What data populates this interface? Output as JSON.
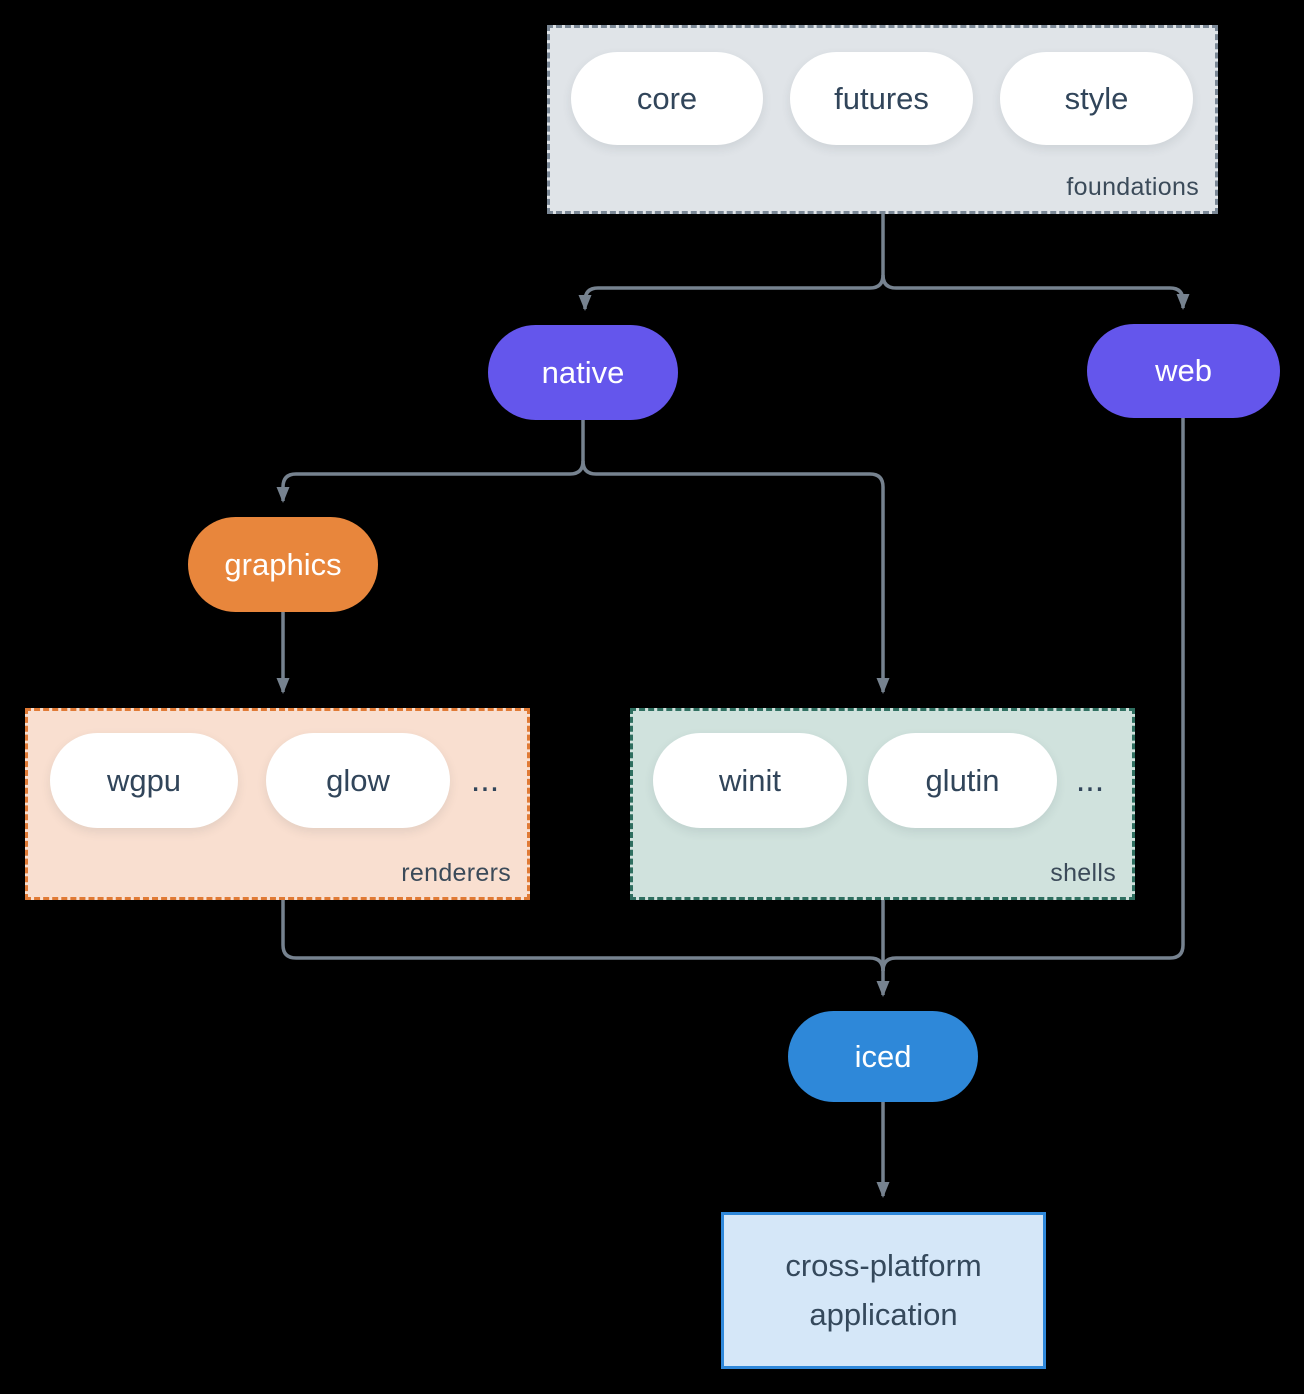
{
  "diagram": {
    "groups": {
      "foundations": {
        "label": "foundations",
        "items": [
          "core",
          "futures",
          "style"
        ]
      },
      "renderers": {
        "label": "renderers",
        "items": [
          "wgpu",
          "glow"
        ],
        "ellipsis": "..."
      },
      "shells": {
        "label": "shells",
        "items": [
          "winit",
          "glutin"
        ],
        "ellipsis": "..."
      }
    },
    "nodes": {
      "native": "native",
      "web": "web",
      "graphics": "graphics",
      "iced": "iced",
      "application": "cross-platform application"
    }
  },
  "colors": {
    "background": "#000000",
    "line": "#76828f",
    "box_foundations_fill": "#e0e4e8",
    "box_foundations_border": "#7b8896",
    "box_renderers_fill": "#f9dfd0",
    "box_renderers_border": "#e07a35",
    "box_shells_fill": "#d0e2dd",
    "box_shells_border": "#2f6f60",
    "pill_fill": "#ffffff",
    "pill_text": "#31455a",
    "node_purple": "#6456ec",
    "node_orange": "#e8863c",
    "node_blue": "#2e88d9",
    "node_text": "#ffffff",
    "app_fill": "#d5e7f8",
    "app_border": "#2f88da",
    "app_text": "#35495c",
    "label_text": "#3b4a59"
  }
}
